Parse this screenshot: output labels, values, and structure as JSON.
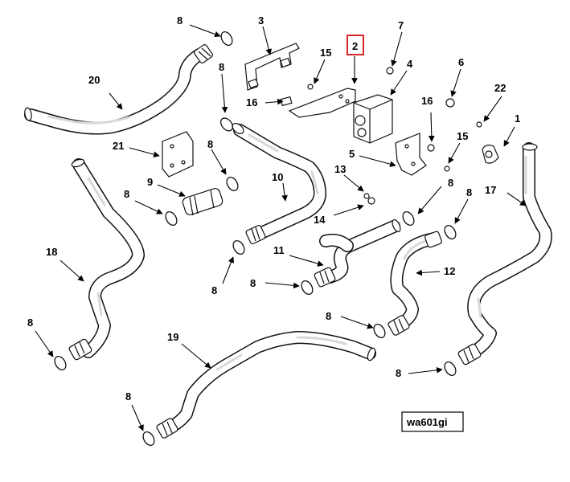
{
  "figure_id": "wa601gi",
  "highlight_color": "#d8262c",
  "callouts": {
    "c1": "1",
    "c2": "2",
    "c3": "3",
    "c4": "4",
    "c5": "5",
    "c6": "6",
    "c7": "7",
    "c8": "8",
    "c9": "9",
    "c10": "10",
    "c11": "11",
    "c12": "12",
    "c13": "13",
    "c14": "14",
    "c15": "15",
    "c16": "16",
    "c17": "17",
    "c18": "18",
    "c19": "19",
    "c20": "20",
    "c21": "21",
    "c22": "22"
  },
  "highlighted_callout": "2"
}
